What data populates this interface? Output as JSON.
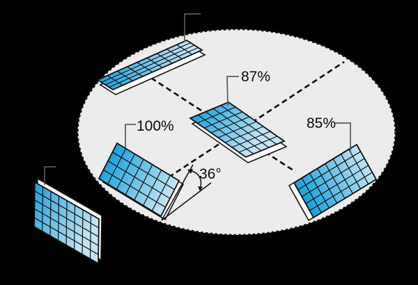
{
  "labels": {
    "flat_panel_efficiency": "87%",
    "optimal_panel_efficiency": "100%",
    "right_panel_efficiency": "85%",
    "tilt_angle": "36°"
  },
  "colors": {
    "background": "#000000",
    "ground_fill": "#ececec",
    "outline": "#121212",
    "panel_gradient_start": "#1aa0dc",
    "panel_gradient_end": "#c4e4f4",
    "panel_edge_fill": "#ffffff",
    "leader_line": "#58595b",
    "label_text": "#0a0a0a"
  },
  "panels": [
    {
      "position": "back-left",
      "efficiency_label_visible": false
    },
    {
      "position": "flat-center",
      "efficiency": "87%"
    },
    {
      "position": "left-tilted",
      "efficiency": "100%",
      "tilt": "36°"
    },
    {
      "position": "right-tilted",
      "efficiency": "85%"
    },
    {
      "position": "front-left",
      "efficiency_label_visible": false
    }
  ]
}
